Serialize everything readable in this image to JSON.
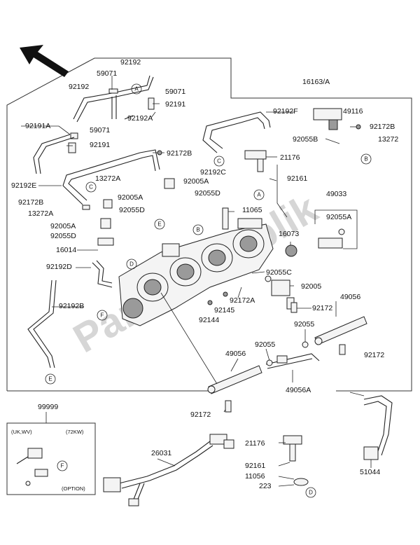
{
  "watermark": "PartsRepublik",
  "labels": {
    "p92192_top": "92192",
    "p59071_a": "59071",
    "p59071_b": "59071",
    "p59071_c": "59071",
    "p92192_left": "92192",
    "p92191_a": "92191",
    "p92191_b": "92191",
    "p92192A": "92192A",
    "p92191A": "92191A",
    "p16163A": "16163/A",
    "p92192F": "92192F",
    "p49116": "49116",
    "p92172B_r": "92172B",
    "p92055B": "92055B",
    "p13272": "13272",
    "p21176_top": "21176",
    "p92172B_m": "92172B",
    "p92192E": "92192E",
    "p13272A_m": "13272A",
    "p92005A_m": "92005A",
    "p92055D_m": "92055D",
    "p92192C": "92192C",
    "p92161_top": "92161",
    "p92172B_l": "92172B",
    "p92005A_l": "92005A",
    "p92055D_l": "92055D",
    "p13272A_l": "13272A",
    "p92005A_ll": "92005A",
    "p92055D_ll": "92055D",
    "p16014": "16014",
    "p11065": "11065",
    "p49033": "49033",
    "p92055A": "92055A",
    "p16073": "16073",
    "p92192D": "92192D",
    "p92055C": "92055C",
    "p92005": "92005",
    "p92172A": "92172A",
    "p92145": "92145",
    "p92144": "92144",
    "p92172_m": "92172",
    "p49056_r": "49056",
    "p92192B": "92192B",
    "p92055_r": "92055",
    "p92055_m": "92055",
    "p49056_l": "49056",
    "p92172_r": "92172",
    "p49056A": "49056A",
    "p92172_b": "92172",
    "p99999": "99999",
    "p26031": "26031",
    "p21176_b": "21176",
    "p92161_b": "92161",
    "p11056": "11056",
    "p223": "223",
    "p51044": "51044"
  },
  "option_box": {
    "region": "(UK,WV)",
    "spec": "(72KW)",
    "option": "(OPTION)"
  },
  "callouts": {
    "A": "A",
    "B": "B",
    "C": "C",
    "D": "D",
    "E": "E",
    "F": "F"
  }
}
